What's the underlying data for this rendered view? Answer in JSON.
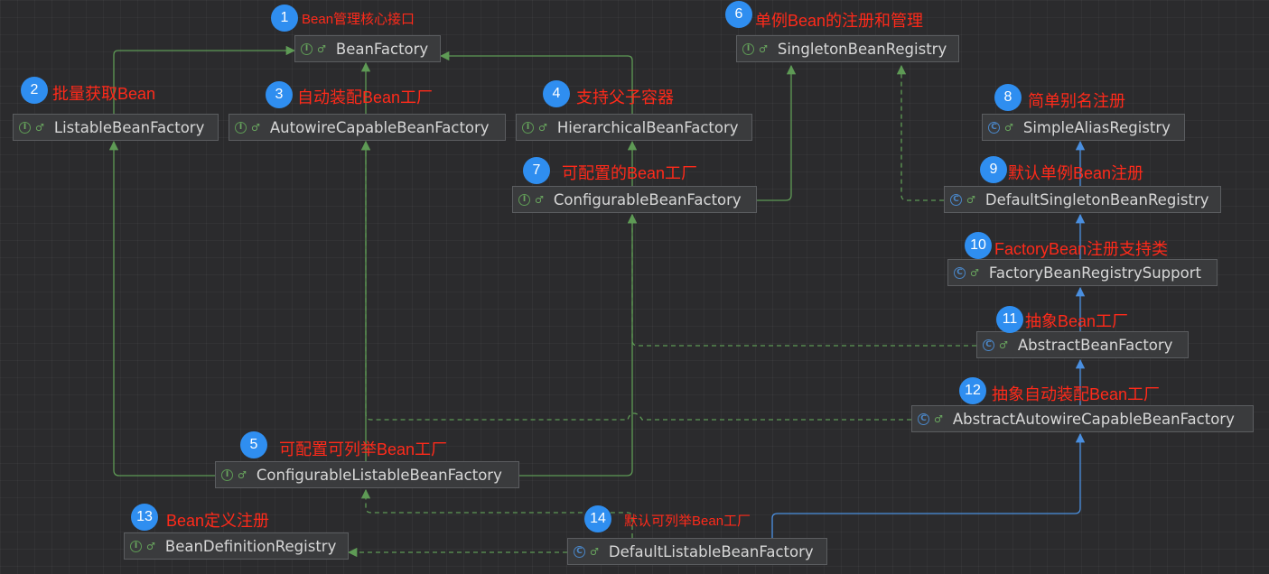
{
  "nodes": {
    "bean_factory": {
      "kind": "I",
      "name": "BeanFactory"
    },
    "listable": {
      "kind": "I",
      "name": "ListableBeanFactory"
    },
    "autowire_capable": {
      "kind": "I",
      "name": "AutowireCapableBeanFactory"
    },
    "hierarchical": {
      "kind": "I",
      "name": "HierarchicalBeanFactory"
    },
    "configurable": {
      "kind": "I",
      "name": "ConfigurableBeanFactory"
    },
    "configurable_listable": {
      "kind": "I",
      "name": "ConfigurableListableBeanFactory"
    },
    "singleton_registry": {
      "kind": "I",
      "name": "SingletonBeanRegistry"
    },
    "simple_alias": {
      "kind": "C",
      "name": "SimpleAliasRegistry"
    },
    "default_singleton": {
      "kind": "C",
      "name": "DefaultSingletonBeanRegistry"
    },
    "factory_bean_support": {
      "kind": "C",
      "name": "FactoryBeanRegistrySupport"
    },
    "abstract_bean_factory": {
      "kind": "C",
      "name": "AbstractBeanFactory"
    },
    "abstract_autowire": {
      "kind": "C",
      "name": "AbstractAutowireCapableBeanFactory"
    },
    "bean_definition_registry": {
      "kind": "I",
      "name": "BeanDefinitionRegistry"
    },
    "default_listable": {
      "kind": "C",
      "name": "DefaultListableBeanFactory"
    }
  },
  "annotations": [
    {
      "n": "1",
      "text": "Bean管理核心接口"
    },
    {
      "n": "2",
      "text": "批量获取Bean"
    },
    {
      "n": "3",
      "text": "自动装配Bean工厂"
    },
    {
      "n": "4",
      "text": "支持父子容器"
    },
    {
      "n": "5",
      "text": "可配置可列举Bean工厂"
    },
    {
      "n": "6",
      "text": "单例Bean的注册和管理"
    },
    {
      "n": "7",
      "text": "可配置的Bean工厂"
    },
    {
      "n": "8",
      "text": "简单别名注册"
    },
    {
      "n": "9",
      "text": "默认单例Bean注册"
    },
    {
      "n": "10",
      "text": "FactoryBean注册支持类"
    },
    {
      "n": "11",
      "text": "抽象Bean工厂"
    },
    {
      "n": "12",
      "text": "抽象自动装配Bean工厂"
    },
    {
      "n": "13",
      "text": "Bean定义注册"
    },
    {
      "n": "14",
      "text": "默认可列举Bean工厂"
    }
  ],
  "colors": {
    "interface_extends": "#5e9a55",
    "class_extends": "#4a8fe0",
    "annotation_text": "#ff2a1a",
    "badge": "#2f8ef0"
  }
}
